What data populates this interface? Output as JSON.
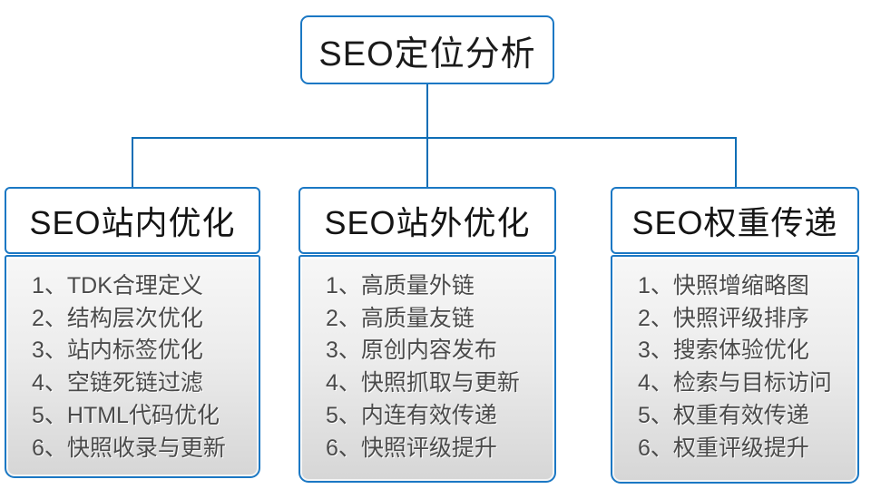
{
  "diagram": {
    "root_title": "SEO定位分析",
    "columns": [
      {
        "title": "SEO站内优化",
        "items": [
          "1、TDK合理定义",
          "2、结构层次优化",
          "3、站内标签优化",
          "4、空链死链过滤",
          "5、HTML代码优化",
          "6、快照收录与更新"
        ]
      },
      {
        "title": "SEO站外优化",
        "items": [
          "1、高质量外链",
          "2、高质量友链",
          "3、原创内容发布",
          "4、快照抓取与更新",
          "5、内连有效传递",
          "6、快照评级提升"
        ]
      },
      {
        "title": "SEO权重传递",
        "items": [
          "1、快照增缩略图",
          "2、快照评级排序",
          "3、搜索体验优化",
          "4、检索与目标访问",
          "5、权重有效传递",
          "6、权重评级提升"
        ]
      }
    ],
    "colors": {
      "connector_line": "#0f6eb6",
      "box_border": "#1b78c4",
      "header_text": "#141414",
      "list_text": "#4a4a4a",
      "list_gradient_top": "#f7f7f7",
      "list_gradient_bottom": "#d6d6d6"
    }
  }
}
